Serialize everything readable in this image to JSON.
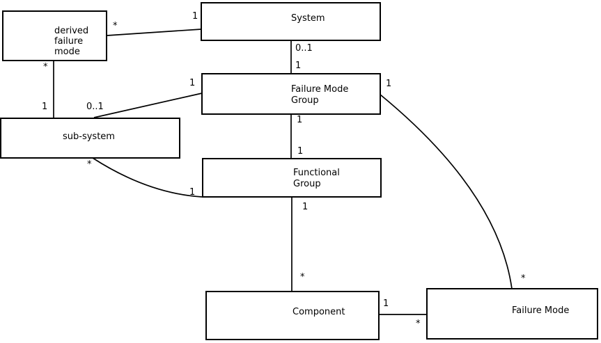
{
  "diagram": {
    "background_color": "#ffffff",
    "line_color": "#000000",
    "boxes": [
      {
        "id": "derived-failure-mode",
        "label": "derived\nfailure\nmode"
      },
      {
        "id": "system",
        "label": "System"
      },
      {
        "id": "failure-mode-group",
        "label": "Failure Mode\nGroup"
      },
      {
        "id": "sub-system",
        "label": "sub-system"
      },
      {
        "id": "functional-group",
        "label": "Functional\nGroup"
      },
      {
        "id": "component",
        "label": "Component"
      },
      {
        "id": "failure-mode",
        "label": "Failure Mode"
      }
    ],
    "multiplicities": [
      {
        "id": "dfm-system-near-dfm",
        "text": "*"
      },
      {
        "id": "dfm-system-near-system",
        "text": "1"
      },
      {
        "id": "system-fmg-near-system",
        "text": "0..1"
      },
      {
        "id": "system-fmg-near-fmg",
        "text": "1"
      },
      {
        "id": "subsystem-fmg-near-fmg",
        "text": "1"
      },
      {
        "id": "subsystem-fmg-near-subsystem",
        "text": "0..1"
      },
      {
        "id": "dfm-subsystem-near-subsystem",
        "text": "1"
      },
      {
        "id": "dfm-subsystem-near-dfm",
        "text": "*"
      },
      {
        "id": "fmg-fm-near-fmg",
        "text": "1"
      },
      {
        "id": "fmg-fg-near-fmg",
        "text": "1"
      },
      {
        "id": "fmg-fg-near-fg",
        "text": "1"
      },
      {
        "id": "fg-component-near-fg",
        "text": "1"
      },
      {
        "id": "fg-component-near-component",
        "text": "*"
      },
      {
        "id": "subsystem-fg-near-subsystem",
        "text": "*"
      },
      {
        "id": "subsystem-fg-near-fg",
        "text": "1"
      },
      {
        "id": "component-fm-near-component",
        "text": "1"
      },
      {
        "id": "component-fm-near-fm",
        "text": "*"
      },
      {
        "id": "fmg-fm-near-fm",
        "text": "*"
      }
    ]
  }
}
